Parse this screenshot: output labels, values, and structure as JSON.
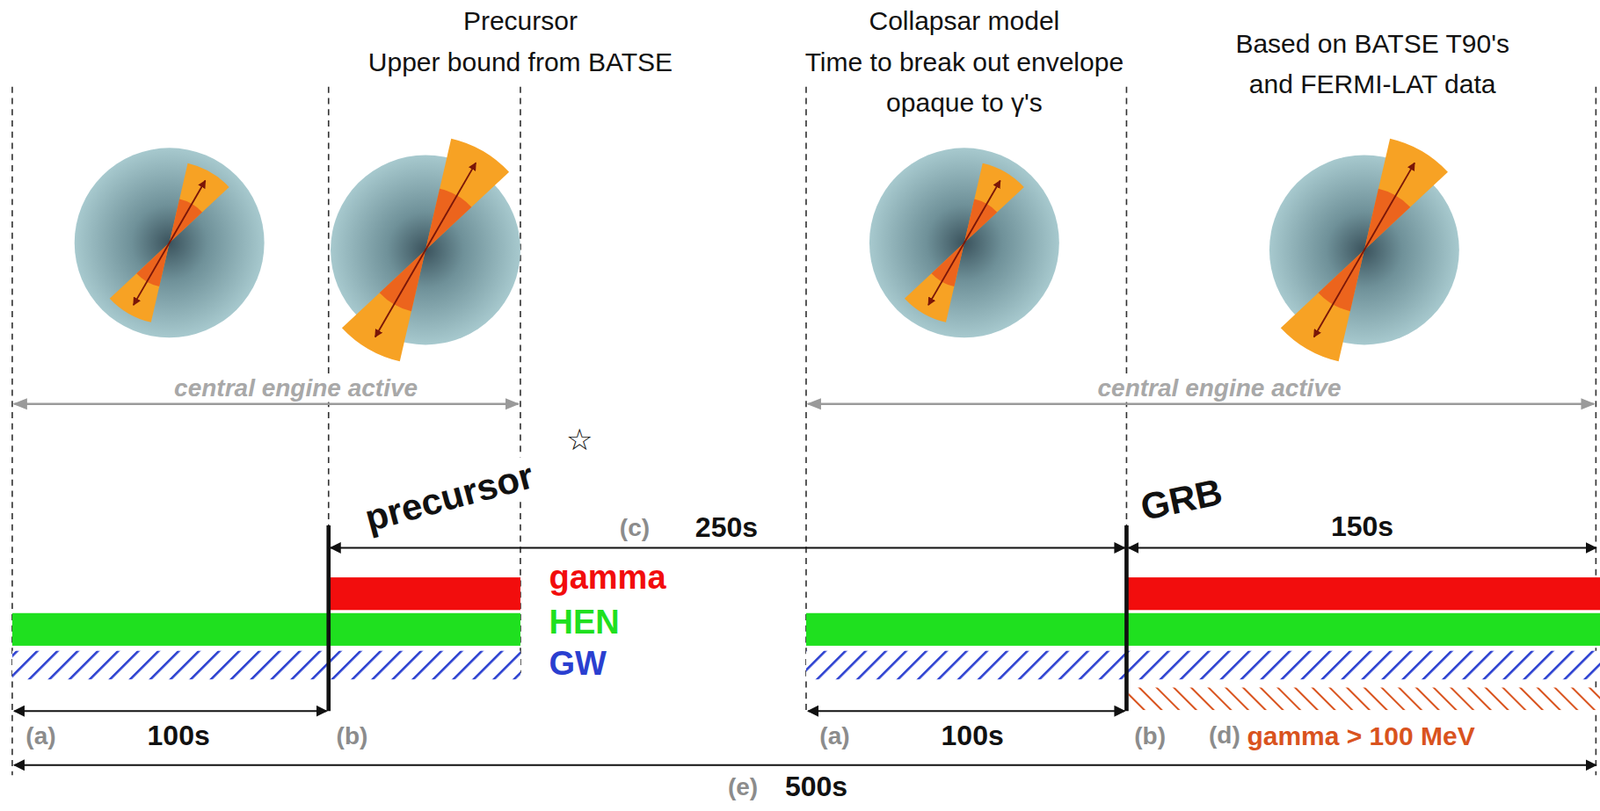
{
  "diagram": {
    "labels": [
      "Precursor",
      "Upper bound from BATSE",
      "Collapsar model",
      "Time to break out envelope",
      "opaque to γ's",
      "Based on BATSE T90's",
      "and FERMI-LAT data",
      "central engine active",
      "central engine active",
      "☆",
      "precursor",
      "(c)",
      "250s",
      "GRB",
      "150s",
      "gamma",
      "HEN",
      "GW",
      "(a)",
      "100s",
      "(b)",
      "(a)",
      "100s",
      "(b)",
      "(d)",
      "gamma > 100 MeV",
      "(e)",
      "500s"
    ]
  }
}
